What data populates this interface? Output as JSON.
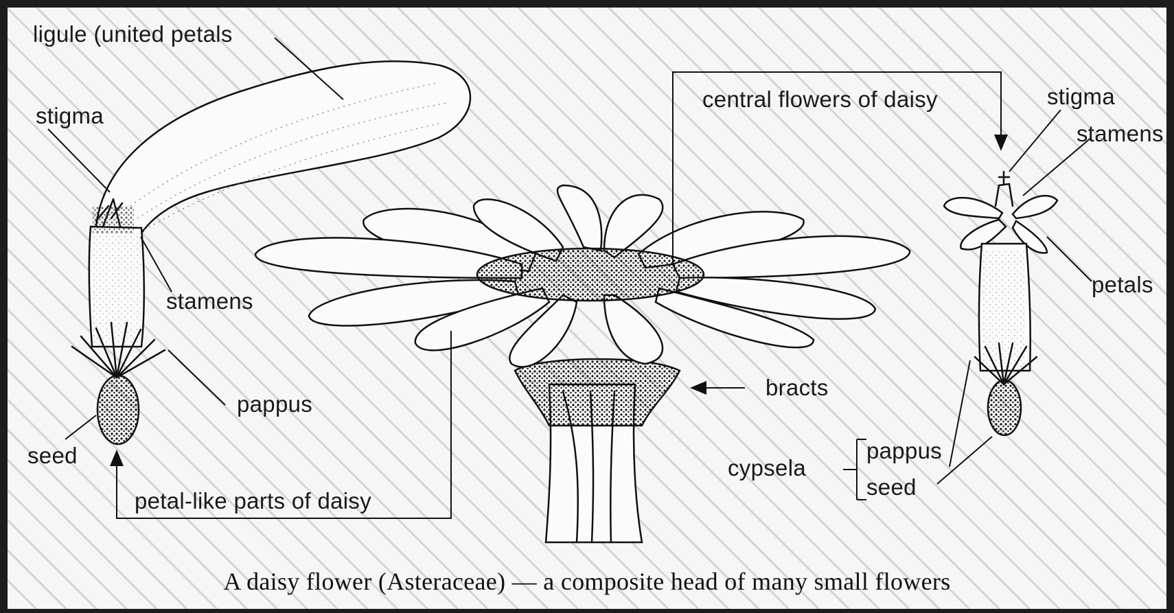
{
  "labels": {
    "ligule": "ligule (united petals",
    "stigma_left": "stigma",
    "stamens_left": "stamens",
    "pappus_left": "pappus",
    "seed_left": "seed",
    "petal_like": "petal-like parts of daisy",
    "central_flowers": "central flowers of daisy",
    "bracts": "bracts",
    "stigma_right": "stigma",
    "stamens_right": "stamens",
    "petals_right": "petals",
    "cypsela": "cypsela",
    "pappus_right": "pappus",
    "seed_right": "seed"
  },
  "caption": "A daisy flower (Asteraceae) — a composite head of many small flowers"
}
